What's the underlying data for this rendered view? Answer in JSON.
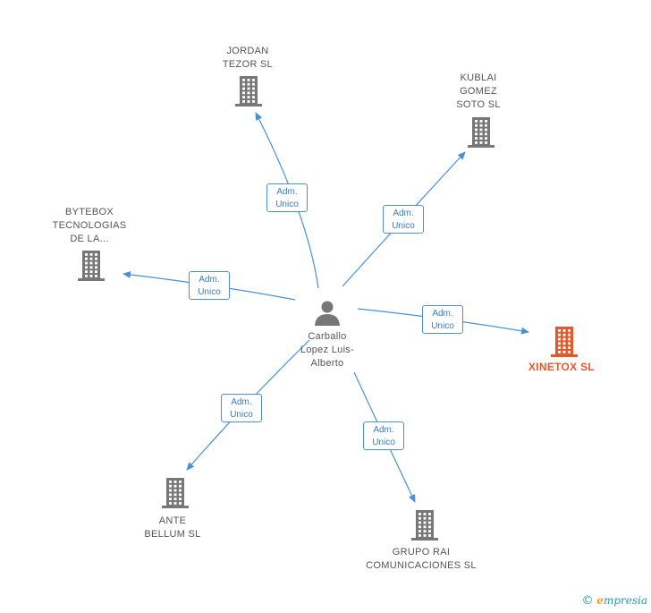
{
  "center": {
    "name_lines": [
      "Carballo",
      "Lopez Luis-",
      "Alberto"
    ],
    "icon": "person-icon"
  },
  "role": {
    "line1": "Adm.",
    "line2": "Unico"
  },
  "companies": [
    {
      "id": "jordan",
      "lines": [
        "JORDAN",
        "TEZOR SL"
      ],
      "color": "#777777",
      "highlight": false
    },
    {
      "id": "kublai",
      "lines": [
        "KUBLAI",
        "GOMEZ",
        "SOTO SL"
      ],
      "color": "#777777",
      "highlight": false
    },
    {
      "id": "bytebox",
      "lines": [
        "BYTEBOX",
        "TECNOLOGIAS",
        "DE LA..."
      ],
      "color": "#777777",
      "highlight": false
    },
    {
      "id": "xinetox",
      "lines": [
        "XINETOX SL"
      ],
      "color": "#e8572a",
      "highlight": true
    },
    {
      "id": "ante",
      "lines": [
        "ANTE",
        "BELLUM SL"
      ],
      "color": "#777777",
      "highlight": false
    },
    {
      "id": "grupo",
      "lines": [
        "GRUPO RAI",
        "COMUNICACIONES SL"
      ],
      "color": "#777777",
      "highlight": false
    }
  ],
  "colors": {
    "edge": "#4a90d9",
    "building": "#777777",
    "building_main": "#e8572a",
    "person": "#777777"
  },
  "footer": {
    "copyright": "©",
    "brand_initial": "e",
    "brand_rest": "mpresia"
  }
}
